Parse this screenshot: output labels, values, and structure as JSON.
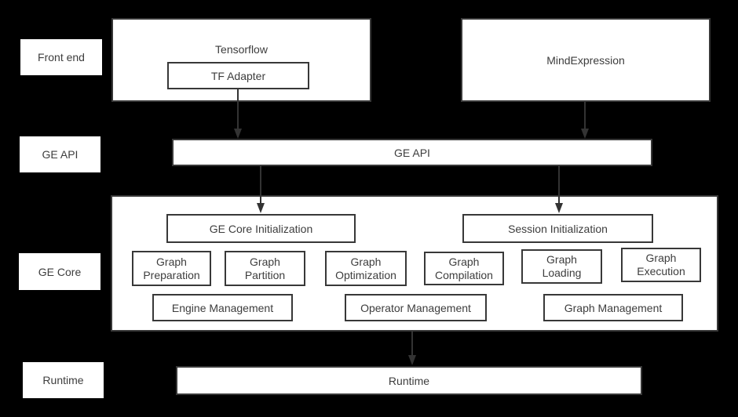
{
  "diagram": {
    "row_labels": [
      {
        "label": "Front end"
      },
      {
        "label": "GE API"
      },
      {
        "label": "GE Core"
      },
      {
        "label": "Runtime"
      }
    ],
    "front_end": {
      "tensorflow": "Tensorflow",
      "tf_adapter": "TF Adapter",
      "mindexpression": "MindExpression"
    },
    "ge_api_bar": "GE API",
    "ge_core": {
      "ge_core_initialization": "GE Core Initialization",
      "session_initialization": "Session Initialization",
      "modules": [
        "Graph Preparation",
        "Graph Partition",
        "Graph Optimization",
        "Graph Compilation",
        "Graph Loading",
        "Graph Execution"
      ],
      "management": [
        "Engine Management",
        "Operator Management",
        "Graph Management"
      ]
    },
    "runtime_bar": "Runtime",
    "colors": {
      "background": "#000000",
      "box_fill": "#ffffff",
      "border": "#383838",
      "text": "#3d3d3d",
      "arrow": "#333333"
    }
  }
}
